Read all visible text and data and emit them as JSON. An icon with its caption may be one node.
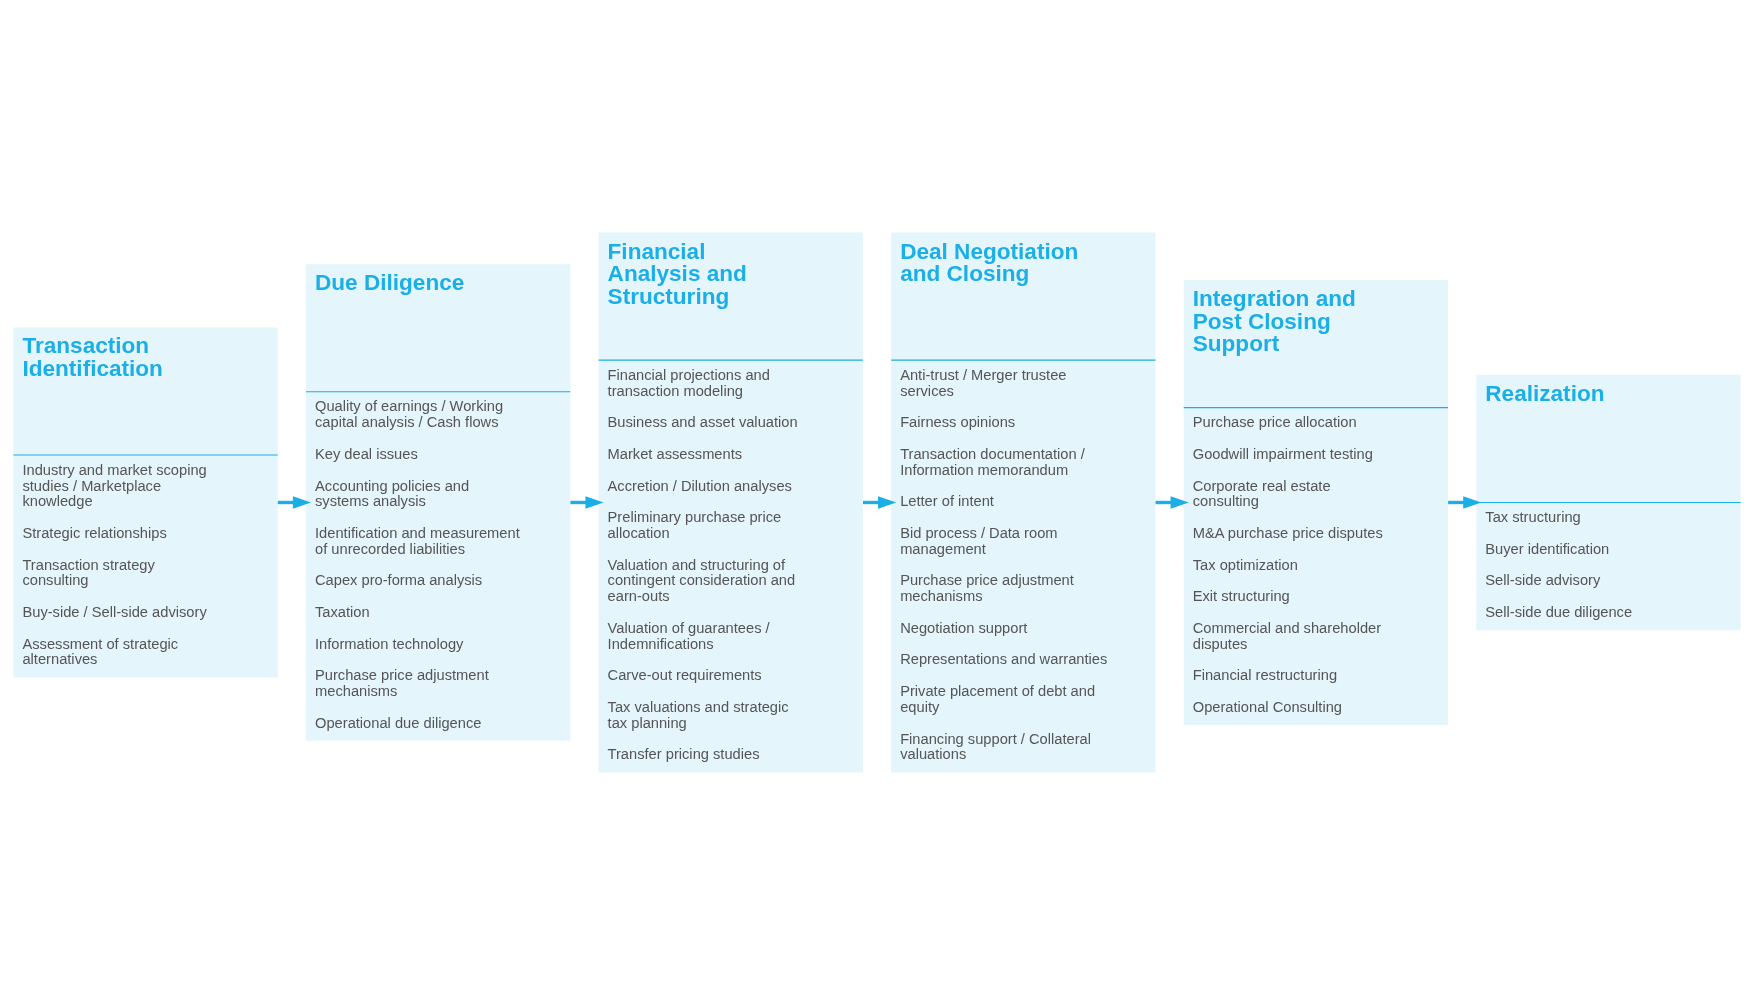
{
  "diagram": {
    "nodes": [
      {
        "text": [
          "Transaction Identification",
          "Industry and market scoping studies / Marketplace knowledge",
          "Strategic relationships",
          "Transaction strategy consulting",
          "Buy-side / Sell-side advisory",
          "Assessment of strategic alternatives"
        ]
      },
      {
        "text": [
          "Due Diligence",
          "Quality of earnings / Working capital analysis / Cash flows",
          "Key deal issues",
          "Accounting policies and systems analysis",
          "Identification and measurement of unrecorded liabilities",
          "Capex pro-forma analysis",
          "Taxation",
          "Information technology",
          "Purchase price adjustment mechanisms",
          "Operational due diligence"
        ]
      },
      {
        "text": [
          "Financial Analysis and Structuring",
          "Financial projections and transaction modeling",
          "Business and asset valuation",
          "Market assessments",
          "Accretion / Dilution analyses",
          "Preliminary purchase price allocation",
          "Valuation and structuring of contingent consideration and earn-outs",
          "Valuation of guarantees / Indemnifications",
          "Carve-out requirements",
          "Tax valuations and strategic tax planning",
          "Transfer pricing studies"
        ]
      },
      {
        "text": [
          "Deal Negotiation and Closing",
          "Anti-trust / Merger trustee services",
          "Fairness opinions",
          "Transaction documentation / Information memorandum",
          "Letter of intent",
          "Bid process / Data room management",
          "Purchase price adjustment mechanisms",
          "Negotiation support",
          "Representations and warranties",
          "Private placement of debt and equity",
          "Financing support / Collateral valuations"
        ]
      },
      {
        "text": [
          "Integration and Post Closing Support",
          "Purchase price allocation",
          "Goodwill impairment testing",
          "Corporate real estate consulting",
          "M&A purchase price disputes",
          "Tax optimization",
          "Exit structuring",
          "Commercial and shareholder disputes",
          "Financial restructuring",
          "Operational Consulting"
        ]
      },
      {
        "text": [
          "Realization",
          "Tax structuring",
          "Buyer identification",
          "Sell-side advisory",
          "Sell-side due diligence"
        ]
      }
    ],
    "edges": [
      {
        "from": 0,
        "to": 1,
        "arrow": "to"
      },
      {
        "from": 1,
        "to": 2,
        "arrow": "to"
      },
      {
        "from": 2,
        "to": 3,
        "arrow": "to"
      },
      {
        "from": 3,
        "to": 4,
        "arrow": "to"
      },
      {
        "from": 4,
        "to": 5,
        "arrow": "to"
      }
    ]
  }
}
